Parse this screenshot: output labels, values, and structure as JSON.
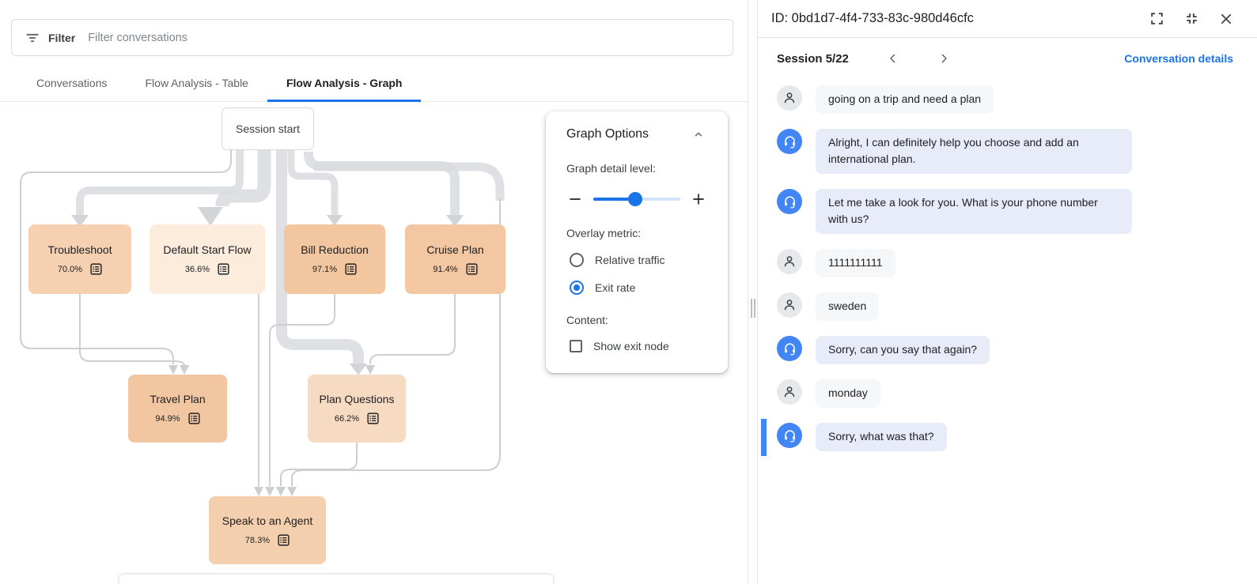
{
  "filter_bar": {
    "label": "Filter",
    "placeholder": "Filter conversations"
  },
  "tabs": [
    {
      "label": "Conversations",
      "active": false
    },
    {
      "label": "Flow Analysis - Table",
      "active": false
    },
    {
      "label": "Flow Analysis - Graph",
      "active": true
    }
  ],
  "graph": {
    "overlay_metric_shown": "Exit rate",
    "nodes": [
      {
        "label": "Session start",
        "type": "start",
        "color": "#ffffff"
      },
      {
        "label": "Troubleshoot",
        "exit_rate": "70.0%",
        "color": "#f5d1b1"
      },
      {
        "label": "Default Start Flow",
        "exit_rate": "36.6%",
        "color": "#fbecdc"
      },
      {
        "label": "Bill Reduction",
        "exit_rate": "97.1%",
        "color": "#f2c69f"
      },
      {
        "label": "Cruise Plan",
        "exit_rate": "91.4%",
        "color": "#f2c7a2"
      },
      {
        "label": "Travel Plan",
        "exit_rate": "94.9%",
        "color": "#f2c6a0"
      },
      {
        "label": "Plan Questions",
        "exit_rate": "66.2%",
        "color": "#f6dac2"
      },
      {
        "label": "Speak to an Agent",
        "exit_rate": "78.3%",
        "color": "#f4cfae"
      }
    ]
  },
  "graph_options": {
    "title": "Graph Options",
    "detail_label": "Graph detail level:",
    "overlay_label": "Overlay metric:",
    "radios": [
      {
        "label": "Relative traffic",
        "selected": false
      },
      {
        "label": "Exit rate",
        "selected": true
      }
    ],
    "content_label": "Content:",
    "checkbox_label": "Show exit node",
    "checkbox_checked": false,
    "slider_fill_percent": 48
  },
  "detail_panel": {
    "id_title": "ID: 0bd1d7-4f4-733-83c-980d46cfc",
    "session_label": "Session 5/22",
    "details_link": "Conversation details",
    "messages": [
      {
        "sender": "user",
        "text": "going on a trip and need a plan",
        "highlighted": false
      },
      {
        "sender": "bot",
        "text": "Alright, I can definitely help you choose and add an international plan.",
        "highlighted": false
      },
      {
        "sender": "bot",
        "text": "Let me take a look for you. What is your phone number with us?",
        "highlighted": false
      },
      {
        "sender": "user",
        "text": "1111111111",
        "highlighted": false
      },
      {
        "sender": "user",
        "text": "sweden",
        "highlighted": false
      },
      {
        "sender": "bot",
        "text": "Sorry, can you say that again?",
        "highlighted": false
      },
      {
        "sender": "user",
        "text": "monday",
        "highlighted": false
      },
      {
        "sender": "bot",
        "text": "Sorry, what was that?",
        "highlighted": true
      }
    ]
  },
  "colors": {
    "accent_blue": "#1a73e8",
    "bot_avatar_blue": "#4285f4",
    "bot_bubble": "#e8ebf8",
    "user_bubble": "#f6f7f8",
    "edge_gray": "#d9dade",
    "highlight_marker": "#4285f4"
  }
}
